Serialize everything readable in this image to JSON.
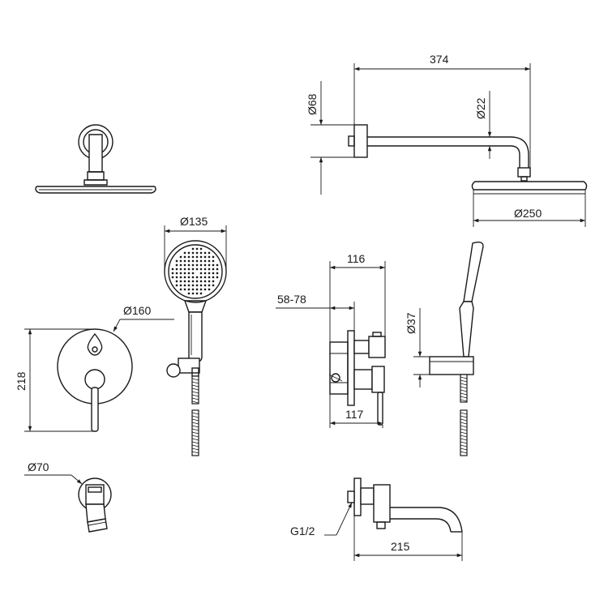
{
  "dimensions": {
    "arm_length": "374",
    "wall_flange_dia": "Ø68",
    "arm_dia": "Ø22",
    "head_dia": "Ø250",
    "hand_shower_dia": "Ø135",
    "mixer_plate_dia": "Ø160",
    "mixer_height": "218",
    "mixer_depth_top": "116",
    "mixer_adjust_range": "58-78",
    "mixer_depth_bottom": "117",
    "holder_dia": "Ø37",
    "outlet_dia": "Ø70",
    "spout_thread": "G1/2",
    "spout_length": "215"
  }
}
